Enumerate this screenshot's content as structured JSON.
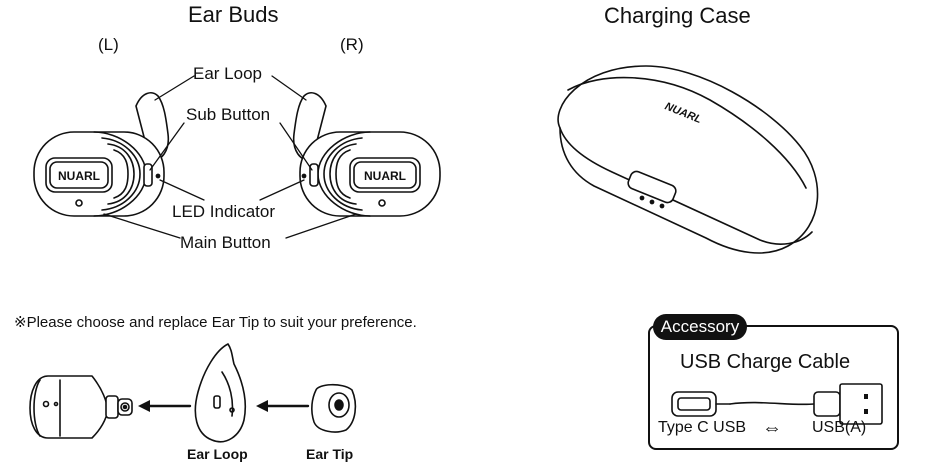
{
  "earbuds": {
    "title": "Ear Buds",
    "left_label": "(L)",
    "right_label": "(R)",
    "brand": "NUARL",
    "callouts": {
      "ear_loop": "Ear Loop",
      "sub_button": "Sub Button",
      "led_indicator": "LED Indicator",
      "main_button": "Main Button"
    }
  },
  "case": {
    "title": "Charging Case",
    "brand": "NUARL"
  },
  "ear_tip_section": {
    "note": "※Please choose and replace Ear Tip to suit your preference.",
    "ear_loop_label": "Ear Loop",
    "ear_tip_label": "Ear Tip"
  },
  "accessory": {
    "badge": "Accessory",
    "title": "USB Charge Cable",
    "left_label": "Type C USB",
    "arrow": "⇔",
    "right_label": "USB(A)"
  }
}
